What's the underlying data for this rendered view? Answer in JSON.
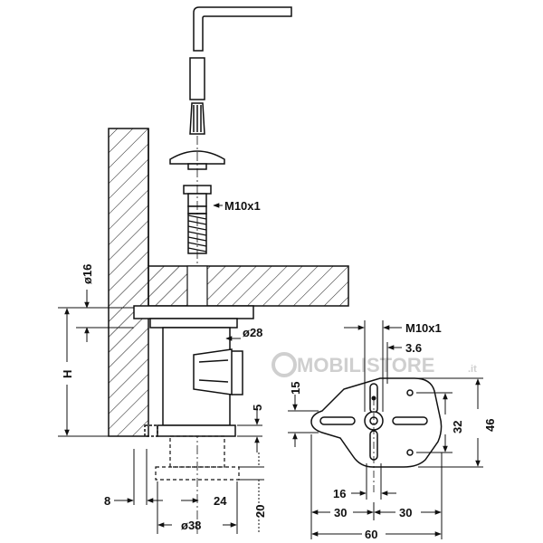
{
  "watermark": {
    "brand": "MOBILISTORE",
    "suffix": ".it"
  },
  "colors": {
    "line": "#111111",
    "fill": "#ffffff",
    "watermark": "#cfcfcf"
  },
  "labels": {
    "screw_thread": "M10x1",
    "foot_diameter": "ø28",
    "rod_diameter": "ø16",
    "height": "H",
    "spacer_5": "5",
    "offset_8": "8",
    "offset_24": "24",
    "base_height_20": "20",
    "base_diameter_38": "ø38"
  },
  "plate": {
    "thread": "M10x1",
    "offset_3_6": "3.6",
    "dim_15": "15",
    "dim_32": "32",
    "dim_46": "46",
    "dim_16": "16",
    "dim_30_left": "30",
    "dim_30_right": "30",
    "dim_60": "60"
  }
}
